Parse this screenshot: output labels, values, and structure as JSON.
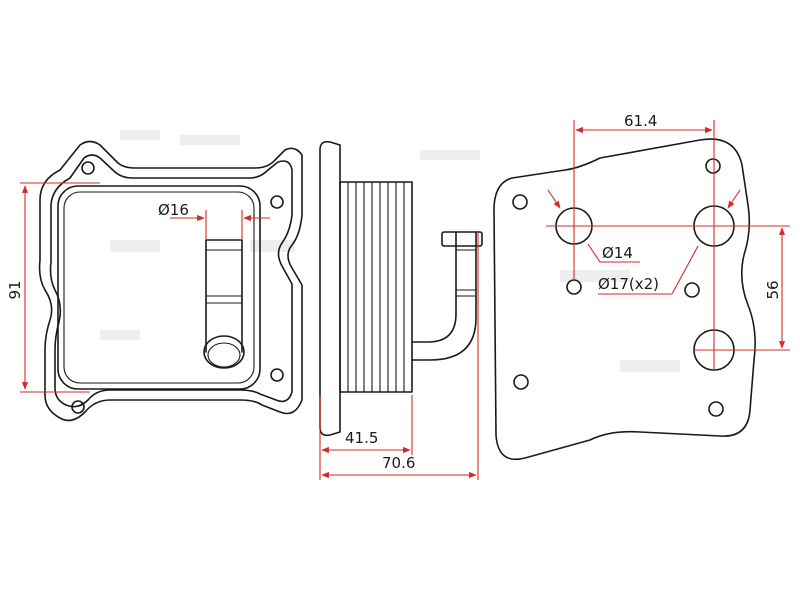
{
  "dimensions": {
    "height_overall": "91",
    "outlet_diameter": "Ø16",
    "body_depth": "41.5",
    "overall_depth": "70.6",
    "hole_spacing": "61.4",
    "port_diameter_small": "Ø14",
    "port_diameter_large": "Ø17(x2)",
    "vertical_spacing": "56"
  },
  "colors": {
    "outline": "#1a1a1a",
    "dimension": "#d42a2a",
    "background": "#ffffff"
  }
}
